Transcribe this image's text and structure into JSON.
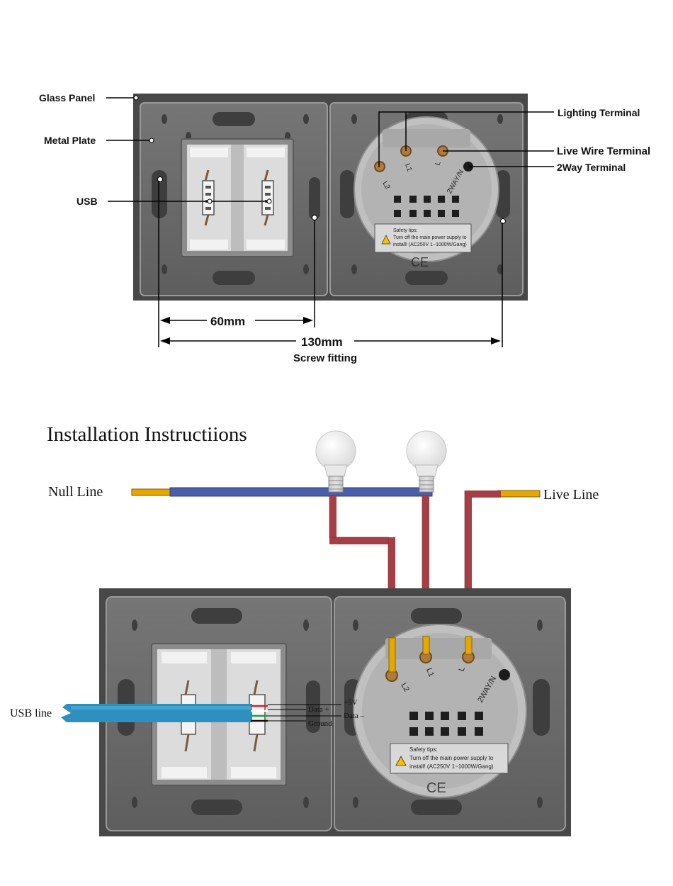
{
  "top": {
    "labels": {
      "glass_panel": "Glass Panel",
      "metal_plate": "Metal Plate",
      "usb": "USB",
      "lighting_terminal": "Lighting Terminal",
      "live_wire_terminal": "Live Wire Terminal",
      "two_way_terminal": "2Way Terminal"
    },
    "dimensions": {
      "short": "60mm",
      "long": "130mm",
      "caption": "Screw fitting"
    }
  },
  "module": {
    "terminals": {
      "l2": "L2",
      "l1": "L1",
      "l": "L",
      "twoway": "2WAY/N"
    },
    "safety_title": "Safety tips:",
    "safety_line1": "Turn off the main power supply to",
    "safety_line2": "install! (AC250V  1~1000W/Gang)",
    "ce_mark": "CE"
  },
  "bottom": {
    "title": "Installation Instructiions",
    "null_line": "Null Line",
    "live_line": "Live Line",
    "usb_line": "USB line",
    "pins": {
      "plus5v": "+5V",
      "data_plus": "Data +",
      "data_minus": "Data –",
      "ground": "Ground"
    }
  },
  "colors": {
    "frame": "#4a4a4a",
    "plate": "#6f6f6f",
    "module": "#b8b8b8",
    "wire_red": "#a63f45",
    "wire_blue": "#4a5fa8",
    "usb_cable": "#2f8fbf",
    "wire_tip": "#e6a800"
  }
}
